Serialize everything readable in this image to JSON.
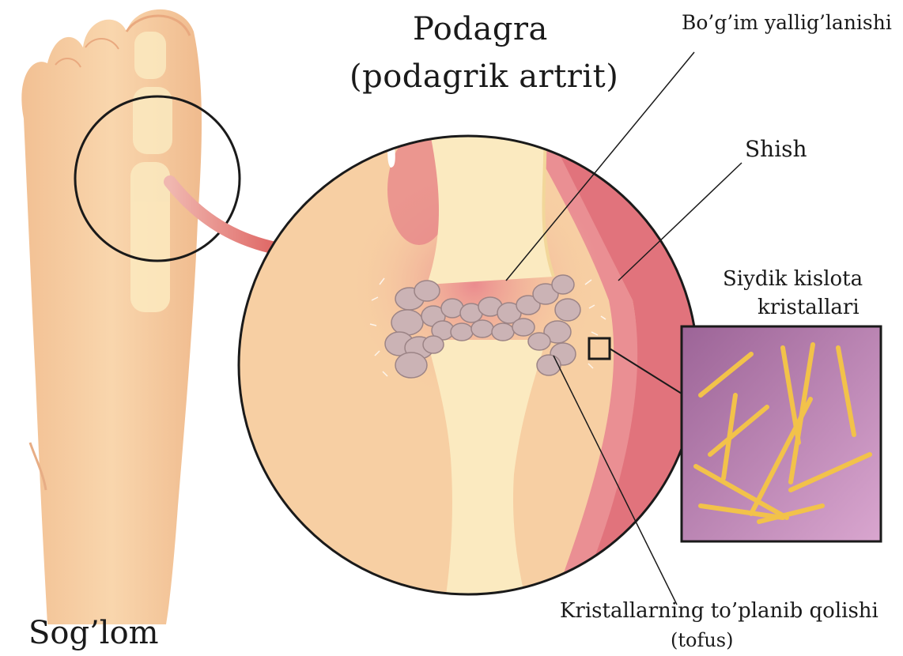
{
  "title": "Podagra",
  "subtitle": "(podagrik artrit)",
  "labels": {
    "joint_inflammation": "Bo’g’im yallig’lanishi",
    "swelling": "Shish",
    "uric_acid_line1": "Siydik kislota",
    "uric_acid_line2": "kristallari",
    "tophus_line1": "Kristallarning to’planib qolishi",
    "tophus_line2": "(tofus)",
    "healthy": "Sog’lom"
  },
  "colors": {
    "skin": "#f7cfa3",
    "bone": "#fbeac0",
    "inflammation": "#e07a82",
    "crystal_panel": "#b07aa8",
    "crystal": "#f2c24a",
    "arrow": "#d94e4e",
    "tophus": "#c9b2b4"
  }
}
